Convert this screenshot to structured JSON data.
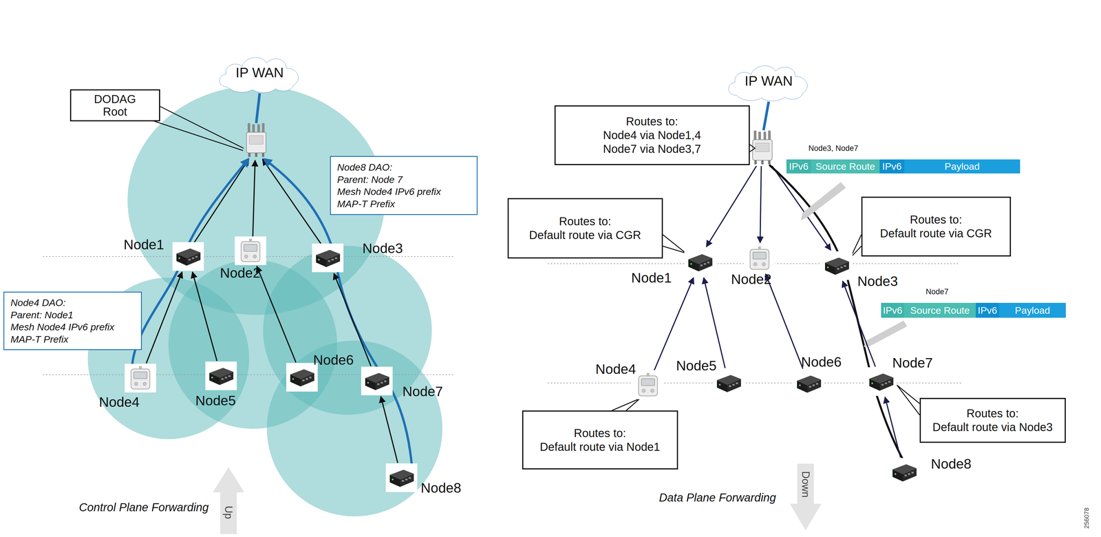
{
  "diagram": {
    "nodes": [
      {
        "text": [
          "IP WAN"
        ]
      },
      {
        "text": [
          "DODAG Root"
        ]
      },
      {
        "text": [
          "Node8 DAO:",
          "Parent: Node 7",
          "Mesh Node4 IPv6 prefix",
          "MAP-T Prefix"
        ]
      },
      {
        "text": [
          "Node1"
        ]
      },
      {
        "text": [
          "Node2"
        ]
      },
      {
        "text": [
          "Node3"
        ]
      },
      {
        "text": [
          "Node4 DAO:",
          "Parent: Node1",
          "Mesh Node4 IPv6 prefix",
          "MAP-T Prefix"
        ]
      },
      {
        "text": [
          "Node4"
        ]
      },
      {
        "text": [
          "Node5"
        ]
      },
      {
        "text": [
          "Node6"
        ]
      },
      {
        "text": [
          "Node7"
        ]
      },
      {
        "text": [
          "Node8"
        ]
      },
      {
        "text": [
          "IP WAN"
        ]
      },
      {
        "text": [
          "Routes to:",
          "Node4 via Node1,4",
          "Node7 via Node3,7"
        ]
      },
      {
        "text": [
          "IPv6"
        ]
      },
      {
        "text": [
          "Source Route"
        ]
      },
      {
        "text": [
          "IPv6"
        ]
      },
      {
        "text": [
          "Payload"
        ]
      },
      {
        "text": [
          "Routes to:",
          "Default route via CGR"
        ]
      },
      {
        "text": [
          "Node1"
        ]
      },
      {
        "text": [
          "Node2"
        ]
      },
      {
        "text": [
          "Routes to:",
          "Default route via CGR"
        ]
      },
      {
        "text": [
          "Node3"
        ]
      },
      {
        "text": [
          "IPv6"
        ]
      },
      {
        "text": [
          "Source Route"
        ]
      },
      {
        "text": [
          "IPv6"
        ]
      },
      {
        "text": [
          "Payload"
        ]
      },
      {
        "text": [
          "Node4"
        ]
      },
      {
        "text": [
          "Node5"
        ]
      },
      {
        "text": [
          "Node6"
        ]
      },
      {
        "text": [
          "Node7"
        ]
      },
      {
        "text": [
          "Routes to:",
          "Default route via Node3"
        ]
      },
      {
        "text": [
          "Routes to:",
          "Default route via Node1"
        ]
      },
      {
        "text": [
          "Node8"
        ]
      }
    ],
    "edges": [
      {
        "from": 7,
        "to": 3,
        "arrow": "to"
      },
      {
        "from": 8,
        "to": 3,
        "arrow": "to"
      },
      {
        "from": 9,
        "to": 4,
        "arrow": "to"
      },
      {
        "from": 10,
        "to": 5,
        "arrow": "to"
      },
      {
        "from": 11,
        "to": 10,
        "arrow": "to"
      },
      {
        "from": 27,
        "to": 19,
        "arrow": "to"
      },
      {
        "from": 28,
        "to": 19,
        "arrow": "to"
      },
      {
        "from": 29,
        "to": 20,
        "arrow": "to"
      },
      {
        "from": 33,
        "to": 30,
        "arrow": "to"
      },
      {
        "from": 30,
        "to": 22,
        "arrow": "to"
      }
    ],
    "labels": [
      "Node3, Node7",
      "Node7",
      "Control Plane Forwarding",
      "Up",
      "Data Plane Forwarding",
      "Down",
      "256078"
    ]
  }
}
